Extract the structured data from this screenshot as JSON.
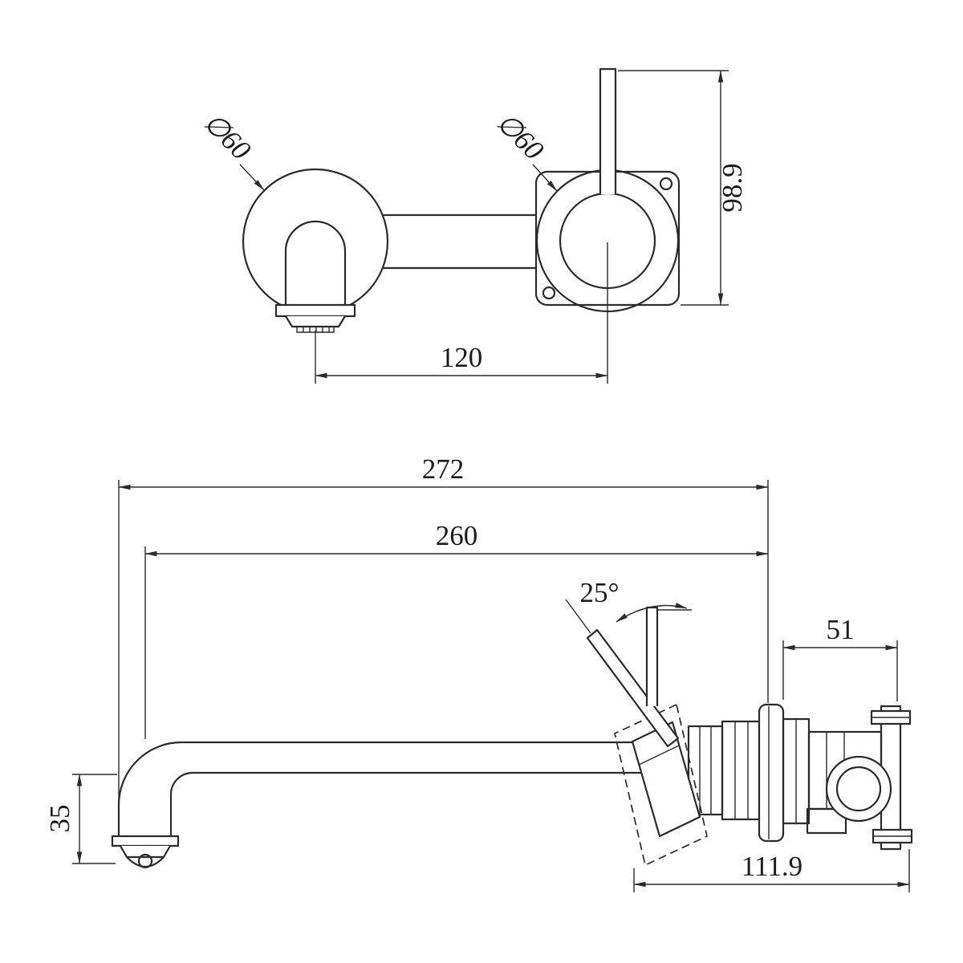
{
  "front_view": {
    "spout_diameter": "∅60",
    "mixer_diameter": "∅60",
    "handle_height": "98.9",
    "centre_distance": "120"
  },
  "side_view": {
    "overall_length": "272",
    "spout_reach": "260",
    "handle_angle": "25°",
    "trim_depth": "51",
    "spout_drop": "35",
    "body_length": "111.9"
  },
  "colors": {
    "line": "#2b2b2b",
    "background": "#ffffff"
  }
}
